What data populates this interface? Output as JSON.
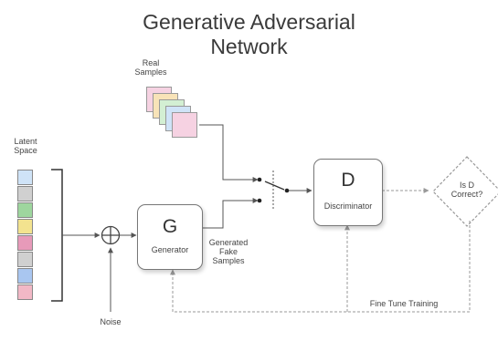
{
  "title": {
    "line1": "Generative Adversarial",
    "line2": "Network"
  },
  "latent": {
    "label_line1": "Latent",
    "label_line2": "Space",
    "cell_colors": [
      "#cfe3f7",
      "#d0d0d0",
      "#9ed69e",
      "#f3e38f",
      "#e79ab9",
      "#d0d0d0",
      "#a9c6f0",
      "#f2b8c6"
    ]
  },
  "real_samples": {
    "label_line1": "Real",
    "label_line2": "Samples",
    "card_colors": [
      "#f6d2e2",
      "#f8e3b8",
      "#d3efd3",
      "#cfe3f7"
    ]
  },
  "noise": {
    "label": "Noise"
  },
  "generator": {
    "letter": "G",
    "name": "Generator"
  },
  "generated": {
    "line1": "Generated",
    "line2": "Fake",
    "line3": "Samples"
  },
  "discriminator": {
    "letter": "D",
    "name": "Discriminator"
  },
  "decision": {
    "line1": "Is D",
    "line2": "Correct?"
  },
  "feedback": {
    "label": "Fine Tune Training"
  }
}
